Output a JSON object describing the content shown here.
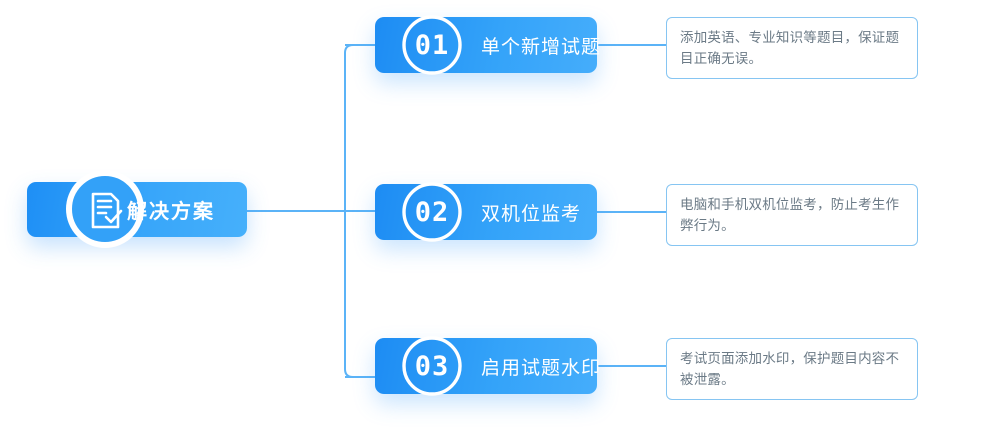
{
  "diagram": {
    "type": "mind-map",
    "root": {
      "label": "解决方案",
      "icon": "document-check-icon"
    },
    "steps": [
      {
        "number": "01",
        "label": "单个新增试题",
        "description": "添加英语、专业知识等题目，保证题目正确无误。"
      },
      {
        "number": "02",
        "label": "双机位监考",
        "description": "电脑和手机双机位监考，防止考生作弊行为。"
      },
      {
        "number": "03",
        "label": "启用试题水印",
        "description": "考试页面添加水印，保护题目内容不被泄露。"
      }
    ],
    "colors": {
      "brand_blue_dark": "#1d8cf3",
      "brand_blue_light": "#45adfb",
      "connector_line": "#5bb3f7",
      "desc_border": "#86c5f2",
      "desc_text": "#6b7a86",
      "background": "#ffffff"
    }
  }
}
